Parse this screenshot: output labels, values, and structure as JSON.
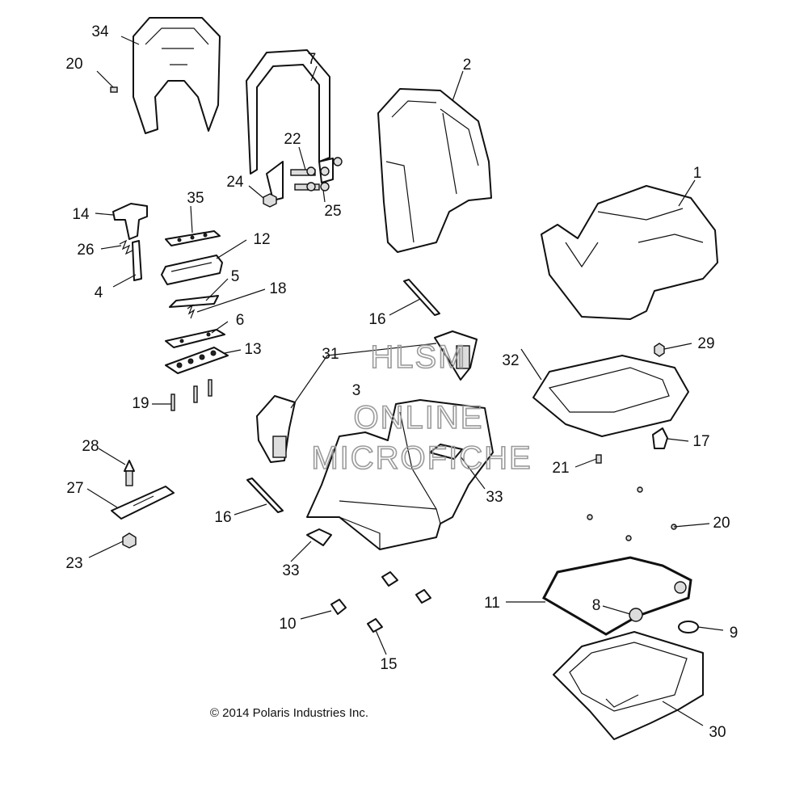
{
  "diagram": {
    "callouts": [
      "1",
      "2",
      "3",
      "4",
      "5",
      "6",
      "7",
      "8",
      "9",
      "10",
      "11",
      "12",
      "13",
      "14",
      "15",
      "16",
      "16",
      "17",
      "18",
      "19",
      "20",
      "20",
      "21",
      "22",
      "23",
      "24",
      "25",
      "26",
      "27",
      "28",
      "29",
      "30",
      "31",
      "32",
      "33",
      "33",
      "34",
      "35"
    ],
    "watermark": [
      "HLSM",
      "ONLINE",
      "MICROFICHE"
    ],
    "copyright": "© 2014 Polaris Industries Inc."
  }
}
